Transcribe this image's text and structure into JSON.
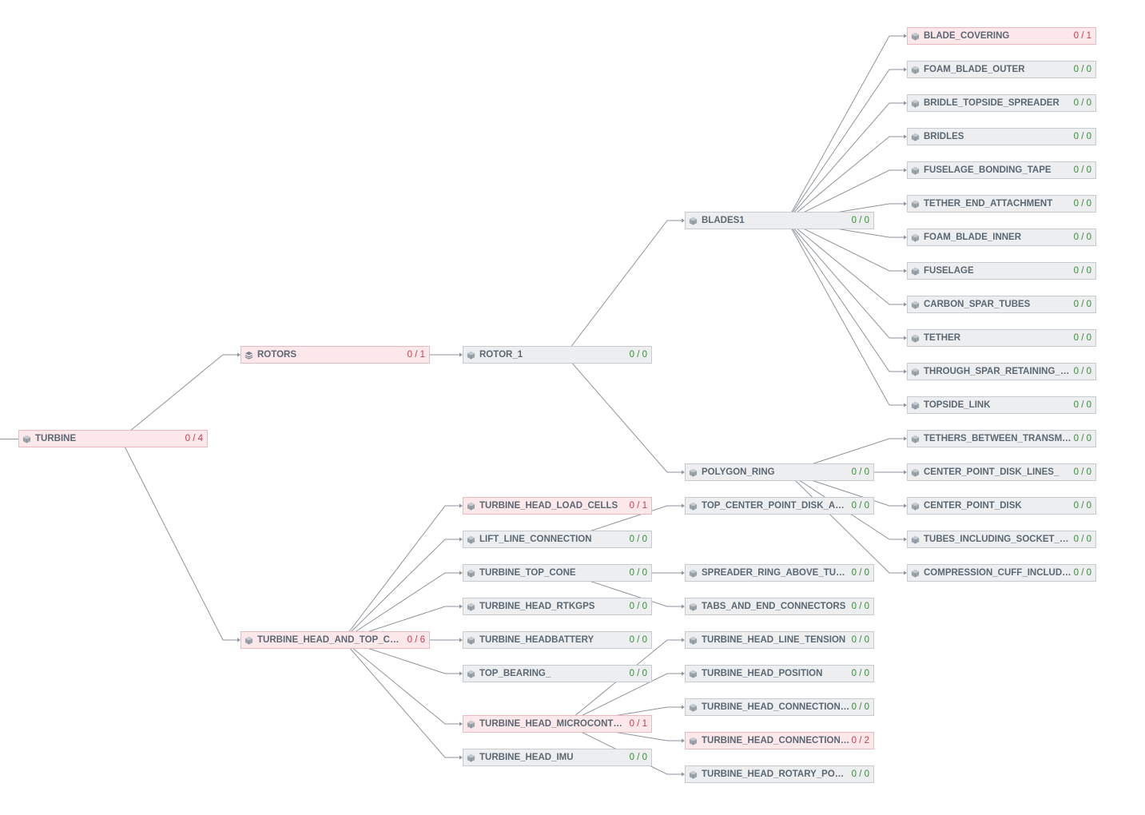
{
  "colors": {
    "ok": "#3f8a3f",
    "bad": "#c0414f",
    "edge": "#8d959c"
  },
  "nodes": [
    {
      "id": "turbine",
      "label": "TURBINE",
      "count": "0 / 4",
      "status": "alert",
      "icon": "cube-icon"
    },
    {
      "id": "rotors",
      "label": "ROTORS",
      "count": "0 / 1",
      "status": "alert",
      "icon": "layers-icon"
    },
    {
      "id": "turbine_head_and_top_cone",
      "label": "TURBINE_HEAD_AND_TOP_CONE",
      "count": "0 / 6",
      "status": "alert",
      "icon": "cube-icon"
    },
    {
      "id": "rotor_1",
      "label": "ROTOR_1",
      "count": "0 / 0",
      "status": "normal",
      "icon": "cube-icon"
    },
    {
      "id": "blades1",
      "label": "BLADES1",
      "count": "0 / 0",
      "status": "normal",
      "icon": "cube-icon"
    },
    {
      "id": "polygon_ring",
      "label": "POLYGON_RING",
      "count": "0 / 0",
      "status": "normal",
      "icon": "cube-icon"
    },
    {
      "id": "blade_covering",
      "label": "BLADE_COVERING",
      "count": "0 / 1",
      "status": "alert",
      "icon": "cube-icon"
    },
    {
      "id": "foam_blade_outer",
      "label": "FOAM_BLADE_OUTER",
      "count": "0 / 0",
      "status": "normal",
      "icon": "cube-icon"
    },
    {
      "id": "bridle_topside_spreader",
      "label": "BRIDLE_TOPSIDE_SPREADER",
      "count": "0 / 0",
      "status": "normal",
      "icon": "cube-icon"
    },
    {
      "id": "bridles",
      "label": "BRIDLES",
      "count": "0 / 0",
      "status": "normal",
      "icon": "cube-icon"
    },
    {
      "id": "fuselage_bonding_tape",
      "label": "FUSELAGE_BONDING_TAPE",
      "count": "0 / 0",
      "status": "normal",
      "icon": "cube-icon"
    },
    {
      "id": "tether_end_attachment",
      "label": "TETHER_END_ATTACHMENT",
      "count": "0 / 0",
      "status": "normal",
      "icon": "cube-icon"
    },
    {
      "id": "foam_blade_inner",
      "label": "FOAM_BLADE_INNER",
      "count": "0 / 0",
      "status": "normal",
      "icon": "cube-icon"
    },
    {
      "id": "fuselage",
      "label": "FUSELAGE",
      "count": "0 / 0",
      "status": "normal",
      "icon": "cube-icon"
    },
    {
      "id": "carbon_spar_tubes",
      "label": "CARBON_SPAR_TUBES",
      "count": "0 / 0",
      "status": "normal",
      "icon": "cube-icon"
    },
    {
      "id": "tether",
      "label": "TETHER",
      "count": "0 / 0",
      "status": "normal",
      "icon": "cube-icon"
    },
    {
      "id": "through_spar",
      "label": "THROUGH_SPAR_RETAINING_LOOP...",
      "count": "0 / 0",
      "status": "normal",
      "icon": "cube-icon"
    },
    {
      "id": "topside_link",
      "label": "TOPSIDE_LINK",
      "count": "0 / 0",
      "status": "normal",
      "icon": "cube-icon"
    },
    {
      "id": "tethers_between",
      "label": "TETHERS_BETWEEN_TRANSMISSIO...",
      "count": "0 / 0",
      "status": "normal",
      "icon": "cube-icon"
    },
    {
      "id": "center_point_disk_lines",
      "label": "CENTER_POINT_DISK_LINES_",
      "count": "0 / 0",
      "status": "normal",
      "icon": "cube-icon"
    },
    {
      "id": "center_point_disk",
      "label": "CENTER_POINT_DISK",
      "count": "0 / 0",
      "status": "normal",
      "icon": "cube-icon"
    },
    {
      "id": "tubes_including",
      "label": "TUBES_INCLUDING_SOCKET_CUFF",
      "count": "0 / 0",
      "status": "normal",
      "icon": "cube-icon"
    },
    {
      "id": "compression_cuff",
      "label": "COMPRESSION_CUFF_INCLUDING_...",
      "count": "0 / 0",
      "status": "normal",
      "icon": "cube-icon"
    },
    {
      "id": "top_center_point_disk",
      "label": "TOP_CENTER_POINT_DISK_AND_LI...",
      "count": "0 / 0",
      "status": "normal",
      "icon": "cube-icon"
    },
    {
      "id": "spreader_ring",
      "label": "SPREADER_RING_ABOVE_TURBINE",
      "count": "0 / 0",
      "status": "normal",
      "icon": "cube-icon"
    },
    {
      "id": "tabs_and_end",
      "label": "TABS_AND_END_CONNECTORS",
      "count": "0 / 0",
      "status": "normal",
      "icon": "cube-icon"
    },
    {
      "id": "th_load_cells",
      "label": "TURBINE_HEAD_LOAD_CELLS",
      "count": "0 / 1",
      "status": "alert",
      "icon": "cube-icon"
    },
    {
      "id": "lift_line",
      "label": "LIFT_LINE_CONNECTION",
      "count": "0 / 0",
      "status": "normal",
      "icon": "cube-icon"
    },
    {
      "id": "th_top_cone",
      "label": "TURBINE_TOP_CONE",
      "count": "0 / 0",
      "status": "normal",
      "icon": "cube-icon"
    },
    {
      "id": "th_rtkgps",
      "label": "TURBINE_HEAD_RTKGPS",
      "count": "0 / 0",
      "status": "normal",
      "icon": "cube-icon"
    },
    {
      "id": "th_battery",
      "label": "TURBINE_HEADBATTERY",
      "count": "0 / 0",
      "status": "normal",
      "icon": "cube-icon"
    },
    {
      "id": "top_bearing",
      "label": "TOP_BEARING_",
      "count": "0 / 0",
      "status": "normal",
      "icon": "cube-icon"
    },
    {
      "id": "th_micro",
      "label": "TURBINE_HEAD_MICROCONTROLLER",
      "count": "0 / 1",
      "status": "alert",
      "icon": "cube-icon"
    },
    {
      "id": "th_imu",
      "label": "TURBINE_HEAD_IMU",
      "count": "0 / 0",
      "status": "normal",
      "icon": "cube-icon"
    },
    {
      "id": "th_line_tension",
      "label": "TURBINE_HEAD_LINE_TENSION",
      "count": "0 / 0",
      "status": "normal",
      "icon": "cube-icon"
    },
    {
      "id": "th_position",
      "label": "TURBINE_HEAD_POSITION",
      "count": "0 / 0",
      "status": "normal",
      "icon": "cube-icon"
    },
    {
      "id": "th_conn_1",
      "label": "TURBINE_HEAD_CONNECTION_TO_L...",
      "count": "0 / 0",
      "status": "normal",
      "icon": "cube-icon"
    },
    {
      "id": "th_conn_2",
      "label": "TURBINE_HEAD_CONNECTION_TO_...",
      "count": "0 / 2",
      "status": "alert",
      "icon": "cube-icon"
    },
    {
      "id": "th_rotary",
      "label": "TURBINE_HEAD_ROTARY_POSITION",
      "count": "0 / 0",
      "status": "normal",
      "icon": "cube-icon"
    }
  ],
  "edges": [
    [
      "turbine",
      "rotors"
    ],
    [
      "turbine",
      "turbine_head_and_top_cone"
    ],
    [
      "rotors",
      "rotor_1"
    ],
    [
      "rotor_1",
      "blades1"
    ],
    [
      "rotor_1",
      "polygon_ring"
    ],
    [
      "blades1",
      "blade_covering"
    ],
    [
      "blades1",
      "foam_blade_outer"
    ],
    [
      "blades1",
      "bridle_topside_spreader"
    ],
    [
      "blades1",
      "bridles"
    ],
    [
      "blades1",
      "fuselage_bonding_tape"
    ],
    [
      "blades1",
      "tether_end_attachment"
    ],
    [
      "blades1",
      "foam_blade_inner"
    ],
    [
      "blades1",
      "fuselage"
    ],
    [
      "blades1",
      "carbon_spar_tubes"
    ],
    [
      "blades1",
      "tether"
    ],
    [
      "blades1",
      "through_spar"
    ],
    [
      "blades1",
      "topside_link"
    ],
    [
      "polygon_ring",
      "tethers_between"
    ],
    [
      "polygon_ring",
      "center_point_disk_lines"
    ],
    [
      "polygon_ring",
      "center_point_disk"
    ],
    [
      "polygon_ring",
      "tubes_including"
    ],
    [
      "polygon_ring",
      "compression_cuff"
    ],
    [
      "turbine_head_and_top_cone",
      "th_load_cells"
    ],
    [
      "turbine_head_and_top_cone",
      "lift_line"
    ],
    [
      "turbine_head_and_top_cone",
      "th_top_cone"
    ],
    [
      "turbine_head_and_top_cone",
      "th_rtkgps"
    ],
    [
      "turbine_head_and_top_cone",
      "th_battery"
    ],
    [
      "turbine_head_and_top_cone",
      "top_bearing"
    ],
    [
      "turbine_head_and_top_cone",
      "th_micro"
    ],
    [
      "turbine_head_and_top_cone",
      "th_imu"
    ],
    [
      "lift_line",
      "top_center_point_disk"
    ],
    [
      "th_top_cone",
      "spreader_ring"
    ],
    [
      "th_top_cone",
      "tabs_and_end"
    ],
    [
      "th_micro",
      "th_line_tension"
    ],
    [
      "th_micro",
      "th_position"
    ],
    [
      "th_micro",
      "th_conn_1"
    ],
    [
      "th_micro",
      "th_conn_2"
    ],
    [
      "th_micro",
      "th_rotary"
    ]
  ]
}
